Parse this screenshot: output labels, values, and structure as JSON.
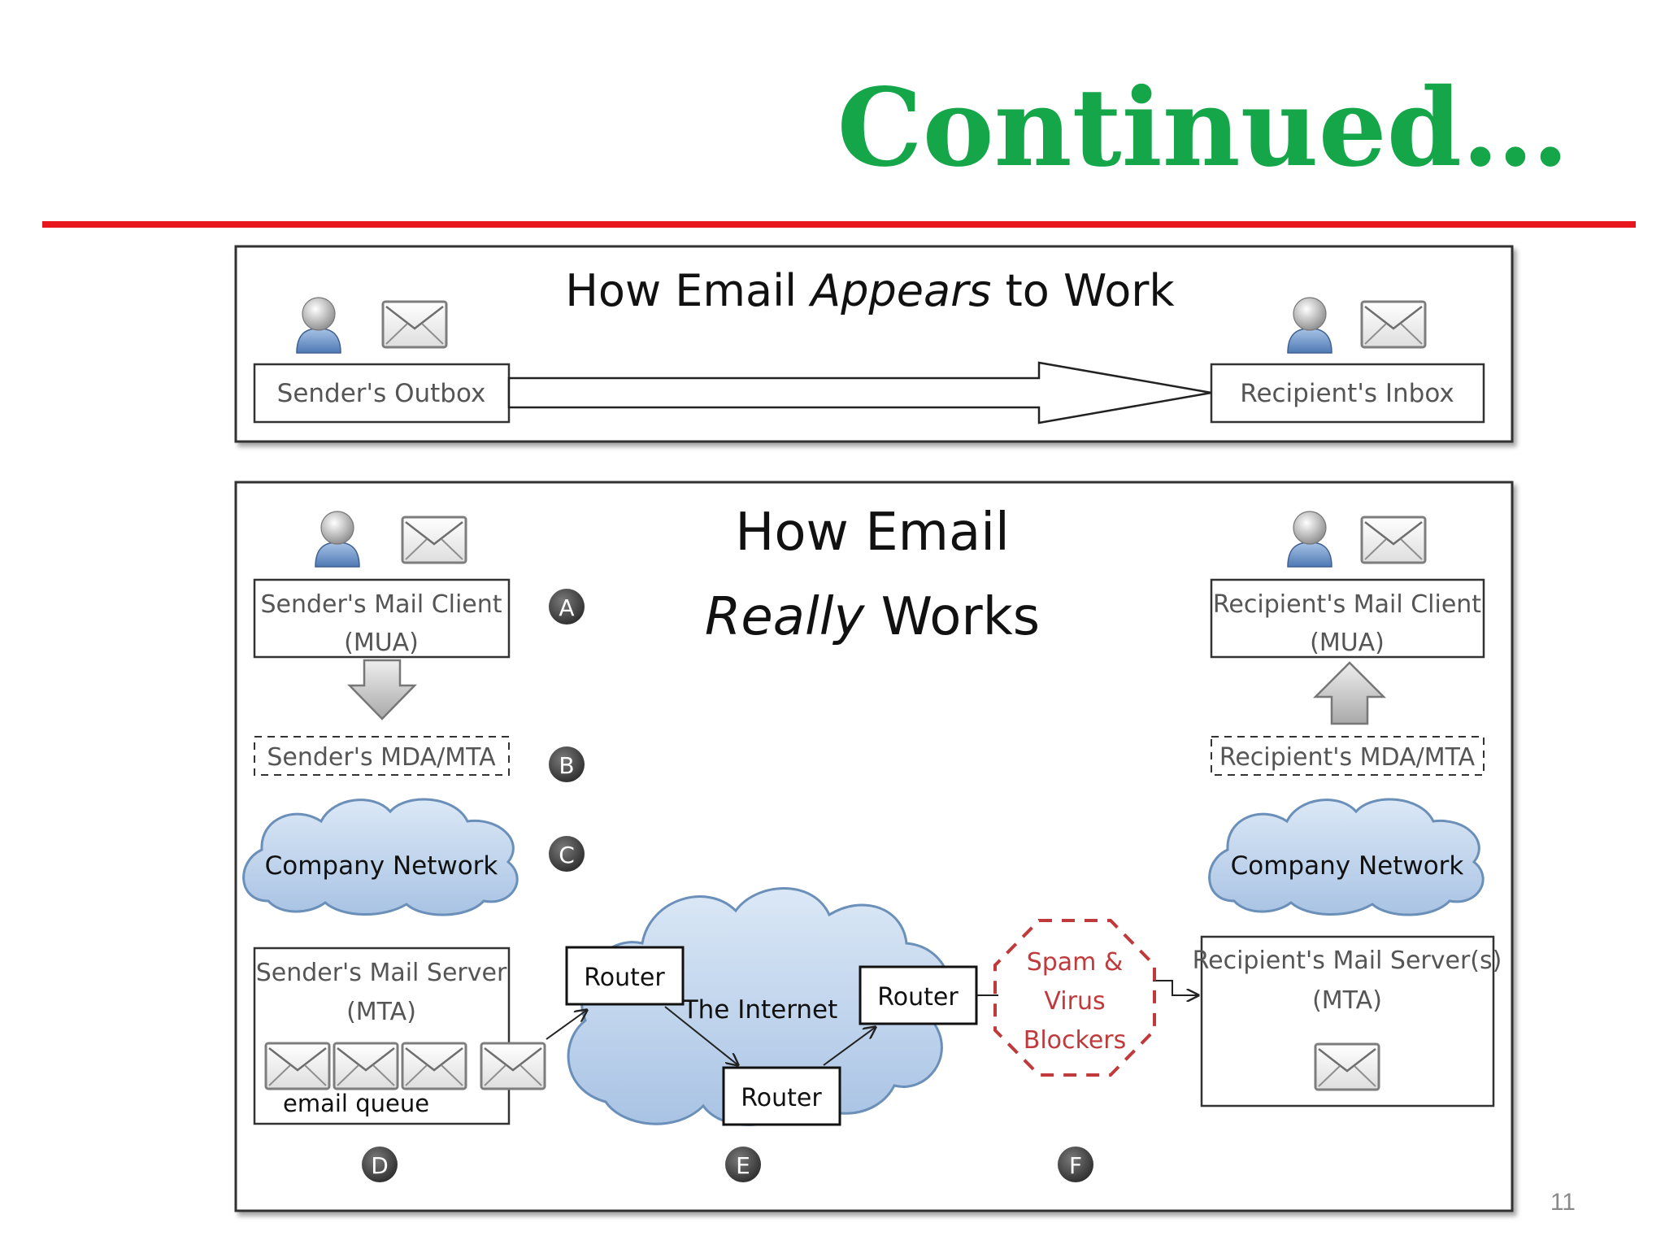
{
  "slide": {
    "title": "Continued…",
    "page_number": "11",
    "title_color": "#15a64a",
    "rule_color": "#e8171d"
  },
  "appears": {
    "heading_prefix": "How Email ",
    "heading_emph": "Appears",
    "heading_suffix": " to Work",
    "sender_box": "Sender's Outbox",
    "recipient_box": "Recipient's Inbox"
  },
  "really": {
    "heading_line1": "How Email",
    "heading_line2_emph": "Really",
    "heading_line2_rest": " Works",
    "sender_client_line1": "Sender's Mail Client",
    "sender_client_line2": "(MUA)",
    "recipient_client_line1": "Recipient's Mail Client",
    "recipient_client_line2": "(MUA)",
    "sender_mda": "Sender's MDA/MTA",
    "recipient_mda": "Recipient's MDA/MTA",
    "sender_network": "Company Network",
    "recipient_network": "Company Network",
    "sender_server_line1": "Sender's Mail Server",
    "sender_server_line2": "(MTA)",
    "email_queue": "email queue",
    "internet": "The Internet",
    "router_1": "Router",
    "router_2": "Router",
    "router_3": "Router",
    "blocker_line1": "Spam &",
    "blocker_line2": "Virus",
    "blocker_line3": "Blockers",
    "recipient_server_line1": "Recipient's Mail Server(s)",
    "recipient_server_line2": "(MTA)",
    "markers": [
      "A",
      "B",
      "C",
      "D",
      "E",
      "F"
    ],
    "blocker_color": "#c0393b",
    "cloud_fill": "#b7cfe9",
    "cloud_stroke": "#6a8fb8"
  },
  "icons": [
    "person-icon",
    "envelope-icon",
    "down-arrow-icon",
    "up-arrow-icon",
    "cloud-icon",
    "router-box"
  ]
}
